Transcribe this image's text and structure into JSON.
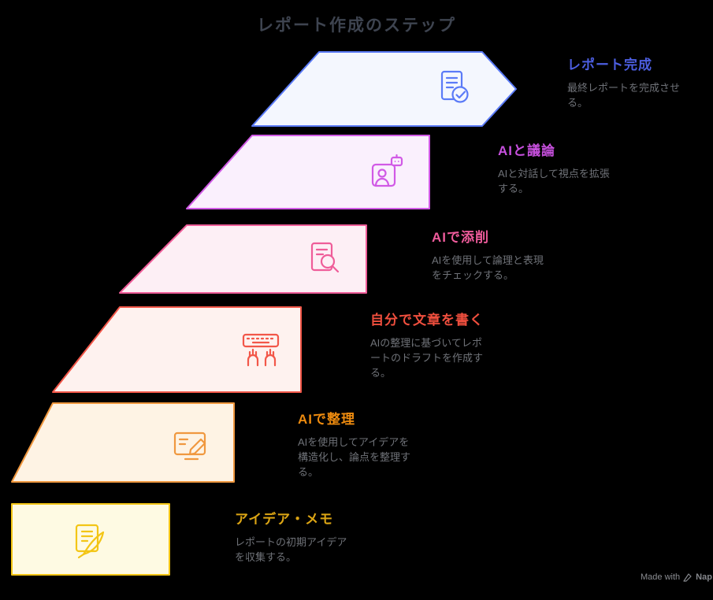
{
  "page": {
    "title": "レポート作成のステップ",
    "background_color": "#000000",
    "title_color": "#3e4450",
    "description_color": "#6f7278"
  },
  "watermark": {
    "prefix": "Made with",
    "brand": "Nap"
  },
  "steps": [
    {
      "order": 1,
      "label": "アイデア・メモ",
      "description": "レポートの初期アイデアを収集する。",
      "icon": "memo-quill-icon",
      "stroke_color": "#F3C515",
      "fill_color": "#FEFAE3",
      "label_color": "#DCA514"
    },
    {
      "order": 2,
      "label": "AIで整理",
      "description": "AIを使用してアイデアを構造化し、論点を整理する。",
      "icon": "monitor-pencil-icon",
      "stroke_color": "#F0983F",
      "fill_color": "#FEF3E4",
      "label_color": "#EE8B0F"
    },
    {
      "order": 3,
      "label": "自分で文章を書く",
      "description": "AIの整理に基づいてレポートのドラフトを作成する。",
      "icon": "keyboard-hands-icon",
      "stroke_color": "#F25749",
      "fill_color": "#FEF2EF",
      "label_color": "#F04F3E"
    },
    {
      "order": 4,
      "label": "AIで添削",
      "description": "AIを使用して論理と表現をチェックする。",
      "icon": "document-search-icon",
      "stroke_color": "#EF5D99",
      "fill_color": "#FDEFF5",
      "label_color": "#EE5B9B"
    },
    {
      "order": 5,
      "label": "AIと議論",
      "description": "AIと対話して視点を拡張する。",
      "icon": "person-robot-icon",
      "stroke_color": "#D15AE6",
      "fill_color": "#FAF0FD",
      "label_color": "#C750DE"
    },
    {
      "order": 6,
      "label": "レポート完成",
      "description": "最終レポートを完成させる。",
      "icon": "document-check-icon",
      "stroke_color": "#5B7BF7",
      "fill_color": "#F4F7FE",
      "label_color": "#4C5EE0"
    }
  ]
}
